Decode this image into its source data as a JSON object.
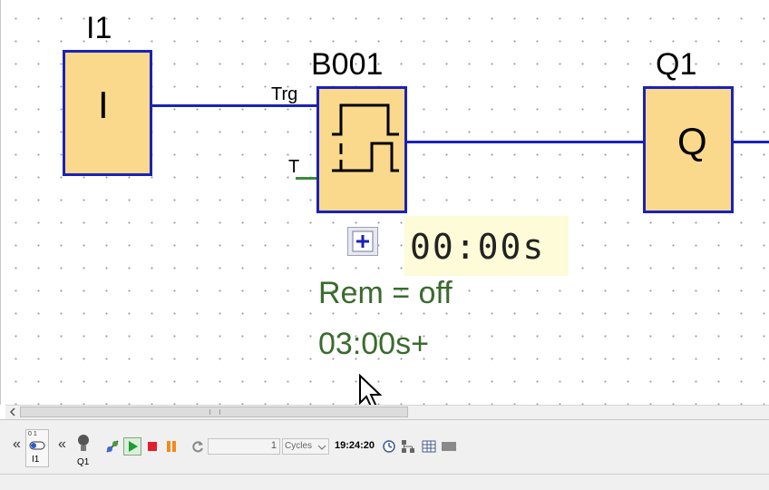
{
  "diagram": {
    "input_block": {
      "name": "I1",
      "symbol": "I"
    },
    "function_block": {
      "name": "B001",
      "input_trg": "Trg",
      "input_t": "T"
    },
    "output_block": {
      "name": "Q1",
      "symbol": "Q"
    },
    "timer_display": "00:00s",
    "param_remanence": "Rem = off",
    "param_time": "03:00s+"
  },
  "toolbar": {
    "collapse_left": "«",
    "switch_label": "I1",
    "switch_bits": "0 1",
    "collapse_mid": "«",
    "lamp_label": "Q1",
    "cycles_value": "1",
    "cycles_unit": "Cycles",
    "clock_time": "19:24:20"
  },
  "colors": {
    "wire": "#1a22b8",
    "block_fill": "#fad98c",
    "param_text": "#3a6b2e",
    "timer_bg": "#fdfbd8"
  }
}
